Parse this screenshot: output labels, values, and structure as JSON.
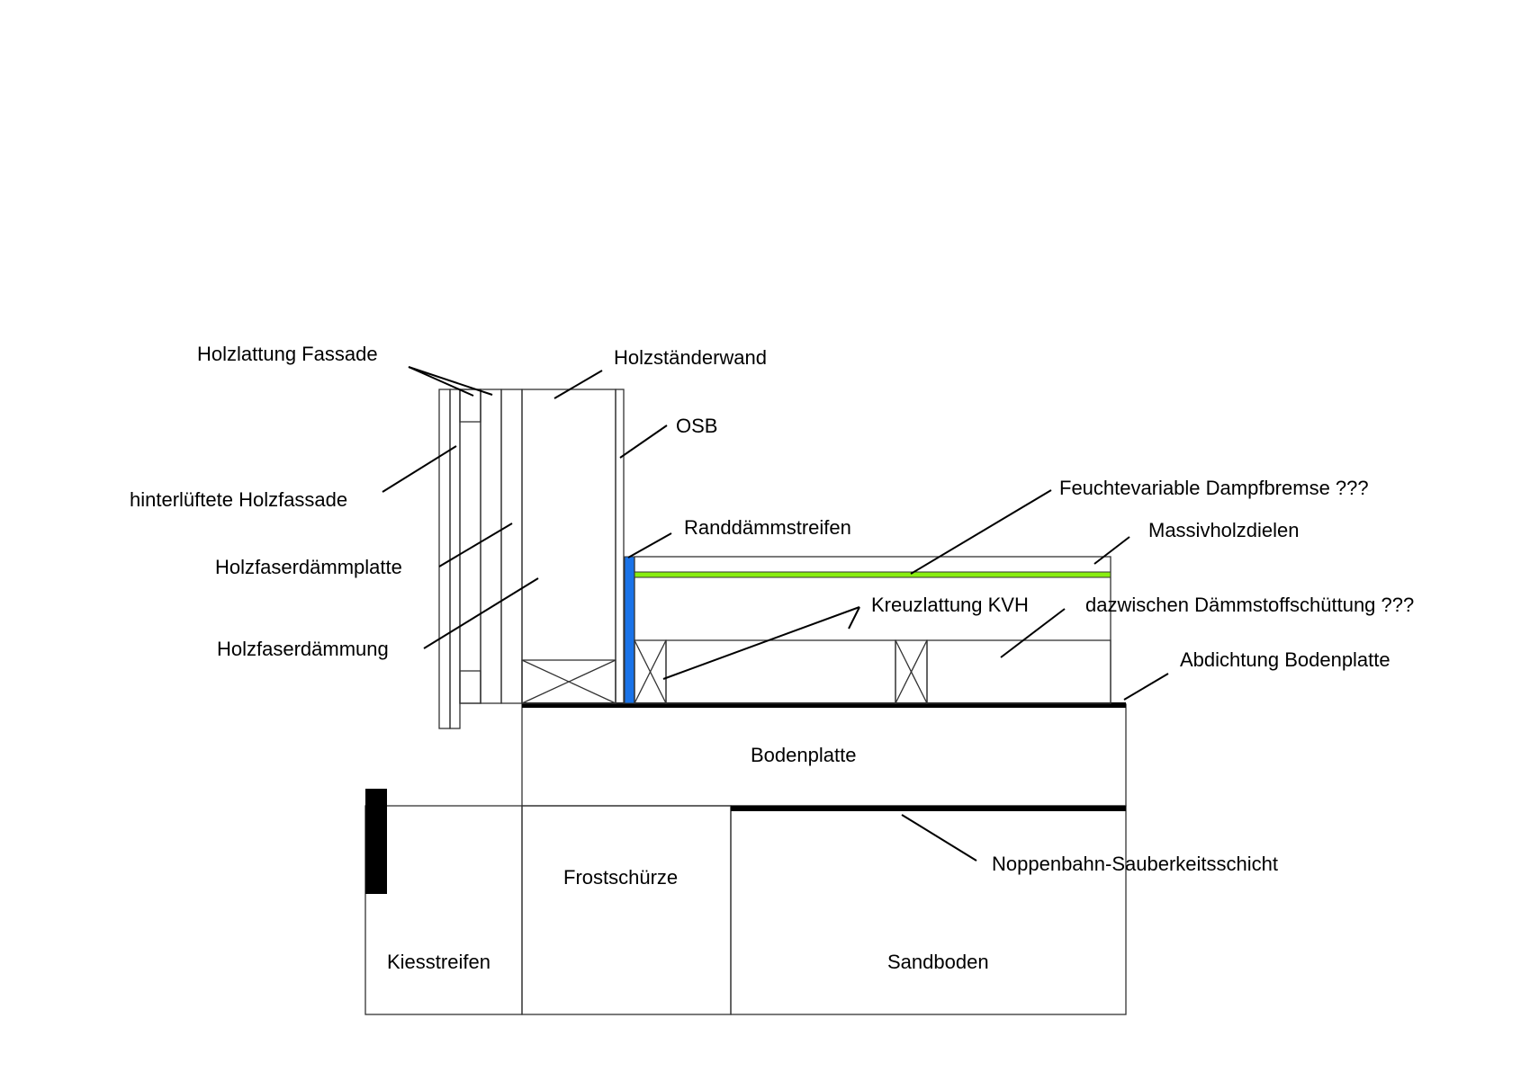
{
  "diagram": {
    "type": "construction-section",
    "subject": "Wall-to-floor junction of timber-frame house on slab",
    "colors": {
      "edge_insulation": "#1a73e8",
      "vapor_retarder": "#88ee11",
      "fill_insulation": "#10f0c8",
      "concrete": "#f1f1f1",
      "membrane": "#000000"
    },
    "labels": {
      "holzlattung": "Holzlattung Fassade",
      "holzstaenderwand": "Holzständerwand",
      "osb": "OSB",
      "fassade": "hinterlüftete Holzfassade",
      "daemmplatte": "Holzfaserdämmplatte",
      "daemmung": "Holzfaserdämmung",
      "randdaemm": "Randdämmstreifen",
      "dampfbremse": "Feuchtevariable Dampfbremse ???",
      "dielen": "Massivholzdielen",
      "kreuzlattung": "Kreuzlattung KVH",
      "schuettung": "dazwischen Dämmstoffschüttung ???",
      "abdichtung": "Abdichtung Bodenplatte",
      "bodenplatte": "Bodenplatte",
      "noppenbahn": "Noppenbahn-Sauberkeitsschicht",
      "frostschuerze": "Frostschürze",
      "kiesstreifen": "Kiesstreifen",
      "sandboden": "Sandboden"
    }
  }
}
